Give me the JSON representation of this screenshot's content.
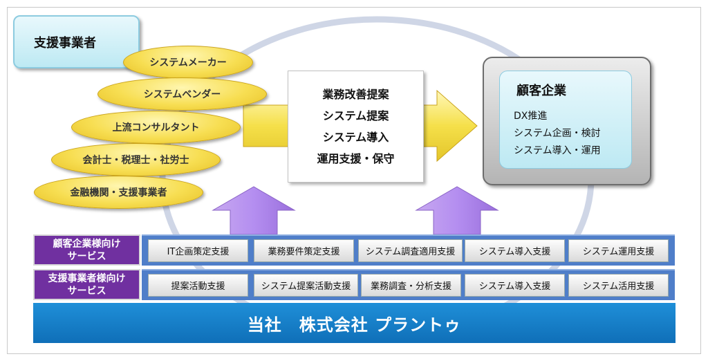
{
  "support_title": "支援事業者",
  "providers": [
    "システムメーカー",
    "システムベンダー",
    "上流コンサルタント",
    "会計士・税理士・社労士",
    "金融機関・支援事業者"
  ],
  "proposals": [
    "業務改善提案",
    "システム提案",
    "システム導入",
    "運用支援・保守"
  ],
  "client": {
    "title": "顧客企業",
    "items": [
      "DX推進",
      "システム企画・検討",
      "システム導入・運用"
    ]
  },
  "rows": [
    {
      "label_line1": "顧客企業様向け",
      "label_line2": "サービス",
      "services": [
        "IT企画策定支援",
        "業務要件策定支援",
        "システム調査適用支援",
        "システム導入支援",
        "システム運用支援"
      ]
    },
    {
      "label_line1": "支援事業者様向け",
      "label_line2": "サービス",
      "services": [
        "提案活動支援",
        "システム提案活動支援",
        "業務調査・分析支援",
        "システム導入支援",
        "システム活用支援"
      ]
    }
  ],
  "company": "当社　株式会社 プラントゥ",
  "colors": {
    "oval": "#f7de52",
    "arrow_yellow": "#f5e04a",
    "arrow_purple": "#a980e0",
    "label_purple": "#7030a0",
    "company_blue": "#1582cc"
  }
}
